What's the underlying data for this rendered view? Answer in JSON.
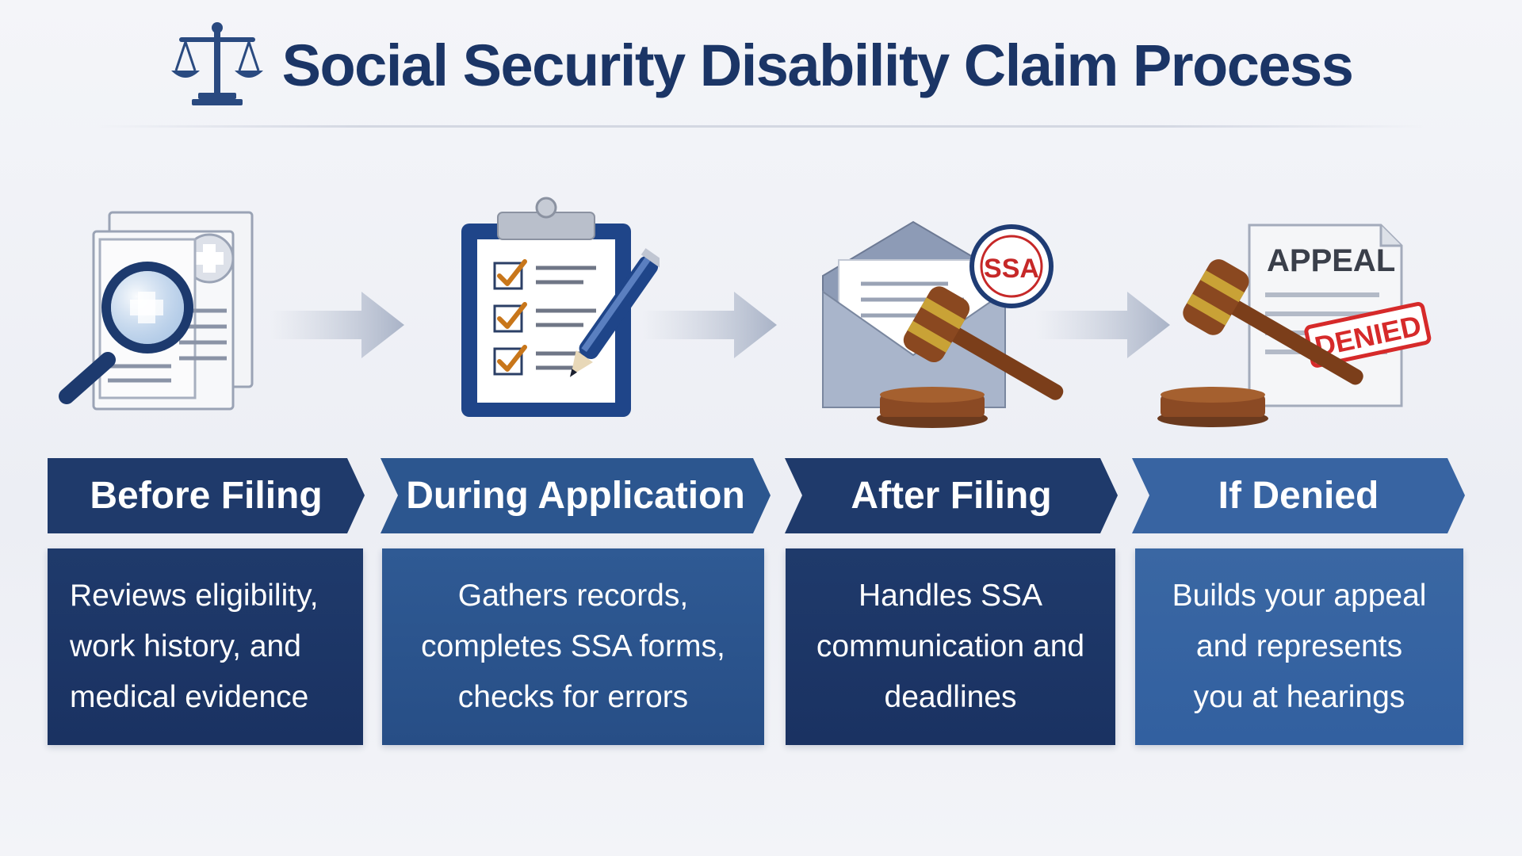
{
  "title": "Social Security Disability Claim Process",
  "steps": [
    {
      "header": "Before Filing",
      "body": "Reviews eligibility,\nwork history, and\nmedical evidence"
    },
    {
      "header": "During Application",
      "body": "Gathers records,\ncompletes SSA forms,\nchecks for errors"
    },
    {
      "header": "After Filing",
      "body": "Handles SSA\ncommunication and\ndeadlines"
    },
    {
      "header": "If Denied",
      "body": "Builds your appeal\nand represents\nyou at hearings"
    }
  ],
  "illustrations": {
    "appeal_doc_heading": "APPEAL",
    "denied_stamp": "DENIED",
    "seal_text": "SSA"
  },
  "icons": [
    "scales-of-justice-icon",
    "magnifying-glass-documents-icon",
    "clipboard-checklist-icon",
    "envelope-gavel-icon",
    "appeal-denied-gavel-icon",
    "arrow-right-icon"
  ],
  "colors": {
    "title": "#1b3566",
    "dark_navy": "#1f3a6b",
    "mid_blue": "#2f5a94",
    "light_blue": "#3a67a3",
    "stamp_red": "#d62a2a"
  }
}
